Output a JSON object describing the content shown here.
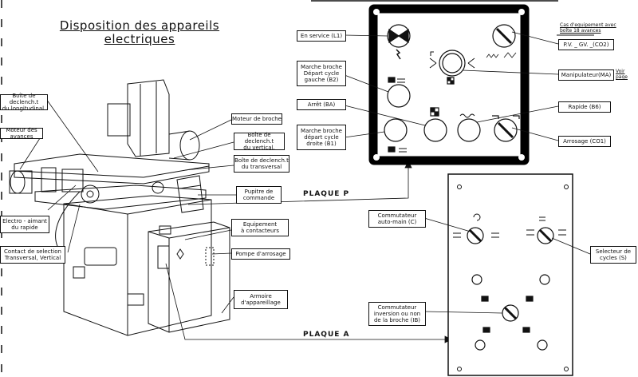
{
  "title_line1": "Disposition des appareils",
  "title_line2": "electriques",
  "plaques": {
    "p": "PLAQUE P",
    "a": "PLAQUE A"
  },
  "machine_labels": {
    "boite_longitudinal": "Boîte de declench.t\ndu longitudinal.",
    "moteur_avances": "Moteur des avances",
    "electro_aimant": "Electro - aimant\ndu rapide",
    "contact_selection": "Contact de selection\nTransversal, Vertical",
    "moteur_broche": "Moteur de broche",
    "boite_vertical": "Boîte de declench.t\ndu vertical.",
    "boite_transversal": "Boîte de declench.t\ndu transversal",
    "pupitre": "Pupitre  de\ncommande",
    "equipement_contacteurs": "Equipement\nà contacteurs",
    "pompe_arrosage": "Pompe d'arrosage",
    "armoire": "Armoire\nd'appareillage"
  },
  "plaque_p_labels": {
    "en_service": "En service  (L1)",
    "marche_gauche": "Marche broche\nDépart cycle\ngauche   (B2)",
    "arret": "Arrêt  (BA)",
    "marche_droite": "Marche broche\ndépart cycle\ndroite  (B1)",
    "pv_gv": "P.V. _ GV. _(CO2)",
    "manipulateur": "Manipulateur(MA)",
    "rapide": "Rapide  (B6)",
    "arrosage": "Arrosage  (CO1)",
    "note_equipement": "Cas d'equipement avec\nboîte 18 avances",
    "note_voir": "Voir\npage"
  },
  "plaque_a_labels": {
    "commutateur_auto": "Commutateur\nauto-main  (C)",
    "selecteur_cycles": "Selecteur de\ncycles  (S)",
    "commutateur_inversion": "Commutateur\ninversion ou non\nde la broche (IB)"
  }
}
